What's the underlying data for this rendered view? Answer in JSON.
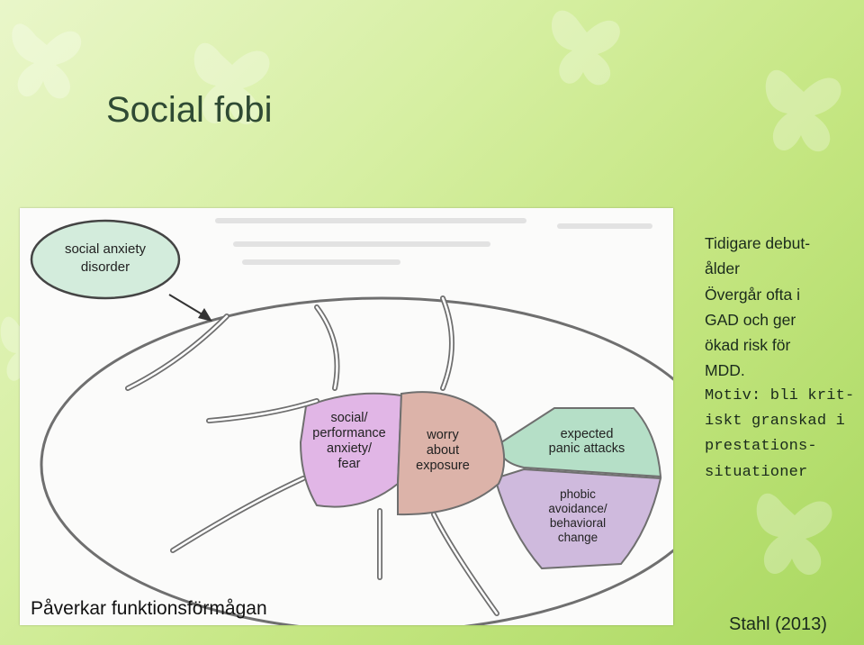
{
  "slide": {
    "title": "Social fobi",
    "caption": "Påverkar funktionsförmågan",
    "credit": "Stahl (2013)"
  },
  "bullets": [
    {
      "lines": [
        "Tidigare debut-",
        "ålder"
      ],
      "style": "sans"
    },
    {
      "lines": [
        "Övergår ofta i",
        "GAD och ger",
        "ökad risk för",
        "MDD."
      ],
      "style": "sans"
    },
    {
      "lines": [
        "Motiv: bli krit-",
        "iskt granskad i",
        "prestations-",
        "situationer"
      ],
      "style": "mono"
    }
  ],
  "diagram": {
    "callout": [
      "social anxiety",
      "disorder"
    ],
    "center_left": [
      "social/",
      "performance",
      "anxiety/",
      "fear"
    ],
    "center_right": [
      "worry",
      "about",
      "exposure"
    ],
    "segment_green": [
      "expected",
      "panic attacks"
    ],
    "segment_purple": [
      "phobic",
      "avoidance/",
      "behavioral",
      "change"
    ],
    "colors": {
      "callout_fill": "#d3ecdc",
      "center_left_fill": "#e1b6e6",
      "center_right_fill": "#dcb3a9",
      "segment_green_fill": "#b5dfc7",
      "segment_purple_fill": "#cfbadd",
      "outline": "#6f6f6f"
    }
  }
}
